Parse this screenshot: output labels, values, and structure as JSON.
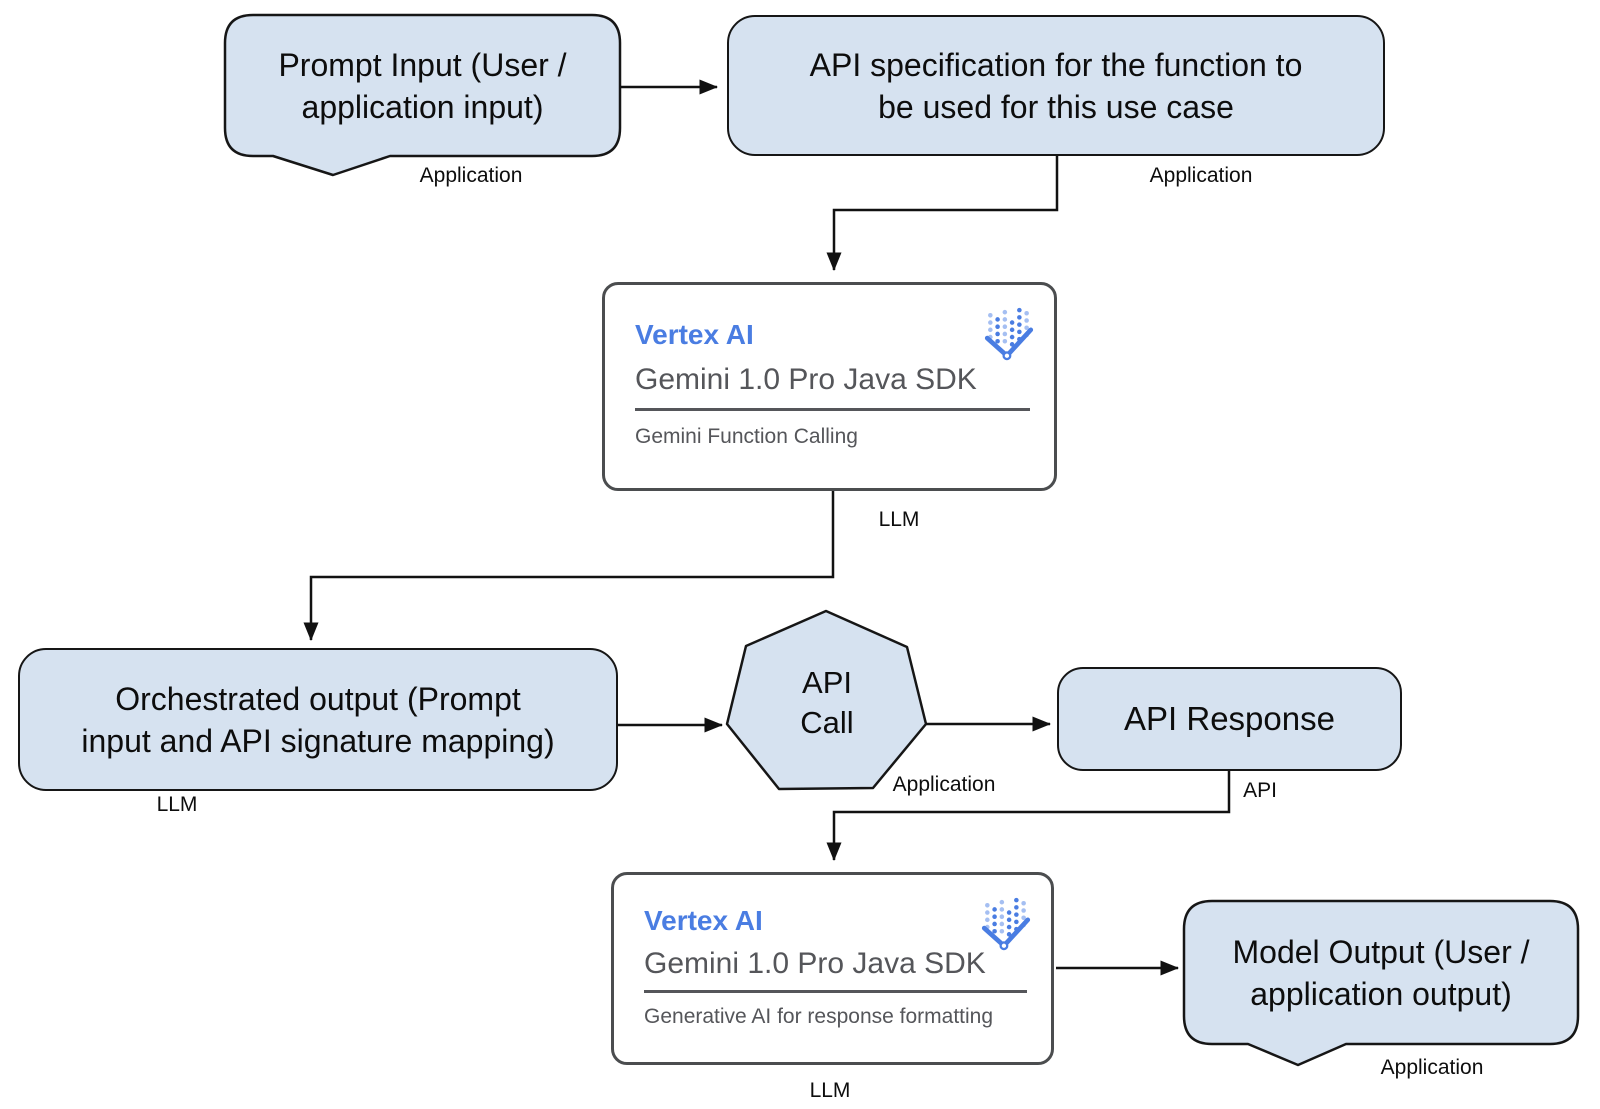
{
  "colors": {
    "node_fill": "#d6e2f0",
    "node_border": "#161616",
    "connector": "#111111",
    "card_border": "#4b4d4f",
    "card_background": "#ffffff",
    "vertex_ai_blue": "#4a7de2",
    "card_text_gray": "#55565a"
  },
  "nodes": {
    "prompt_input": {
      "lines": [
        "Prompt Input (User /",
        "application input)"
      ],
      "tag": "Application"
    },
    "api_spec": {
      "lines": [
        "API specification for the function to",
        "be used for this use case"
      ],
      "tag": "Application"
    },
    "llm_function_calling": {
      "product": "Vertex AI",
      "sdk": "Gemini 1.0 Pro Java SDK",
      "capability": "Gemini Function Calling",
      "tag": "LLM"
    },
    "orchestrated_output": {
      "lines": [
        "Orchestrated output (Prompt",
        "input and API signature mapping)"
      ],
      "tag": "LLM"
    },
    "api_call": {
      "lines": [
        "API",
        "Call"
      ],
      "tag": "Application"
    },
    "api_response": {
      "text": "API Response",
      "tag": "API"
    },
    "llm_response_formatting": {
      "product": "Vertex AI",
      "sdk": "Gemini 1.0 Pro Java SDK",
      "capability": "Generative AI for response formatting",
      "tag": "LLM"
    },
    "model_output": {
      "lines": [
        "Model Output (User /",
        "application output)"
      ],
      "tag": "Application"
    }
  }
}
